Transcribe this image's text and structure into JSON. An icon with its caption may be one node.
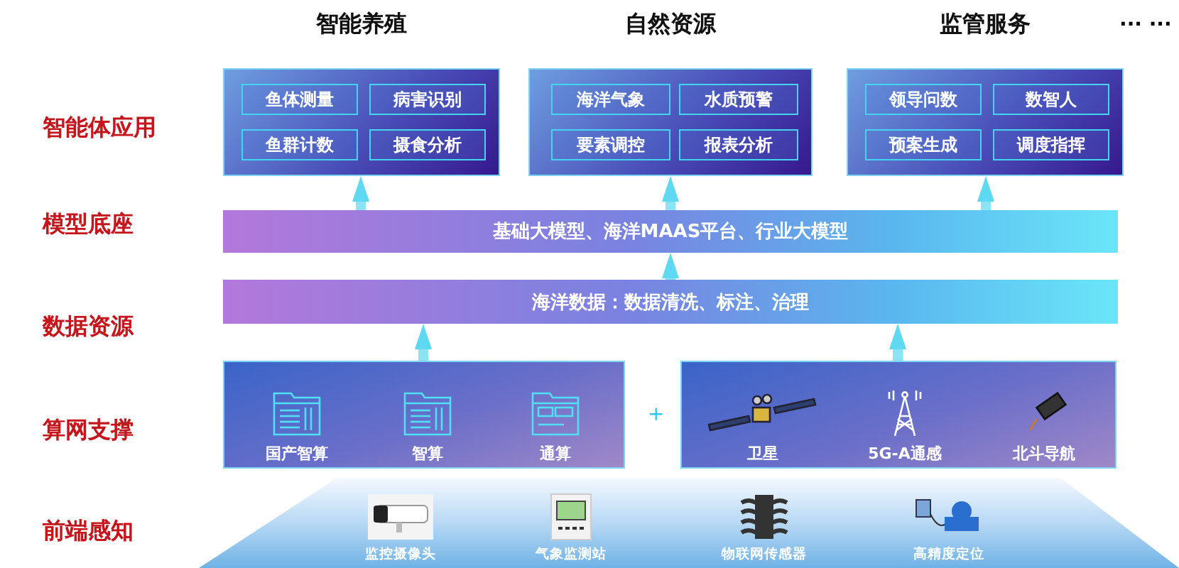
{
  "diagram": {
    "nodes": [
      {
        "text": [
          "智能养殖"
        ]
      },
      {
        "text": [
          "鱼体测量"
        ],
        "in": 0
      },
      {
        "text": [
          "病害识别"
        ],
        "in": 0
      },
      {
        "text": [
          "鱼群计数"
        ],
        "in": 0
      },
      {
        "text": [
          "摄食分析"
        ],
        "in": 0
      },
      {
        "text": [
          "自然资源"
        ]
      },
      {
        "text": [
          "海洋气象"
        ],
        "in": 5
      },
      {
        "text": [
          "水质预警"
        ],
        "in": 5
      },
      {
        "text": [
          "要素调控"
        ],
        "in": 5
      },
      {
        "text": [
          "报表分析"
        ],
        "in": 5
      },
      {
        "text": [
          "监管服务"
        ]
      },
      {
        "text": [
          "领导问数"
        ],
        "in": 10
      },
      {
        "text": [
          "数智人"
        ],
        "in": 10
      },
      {
        "text": [
          "预案生成"
        ],
        "in": 10
      },
      {
        "text": [
          "调度指挥"
        ],
        "in": 10
      },
      {
        "text": [
          "基础大模型、海洋MAAS平台、行业大模型"
        ]
      },
      {
        "text": [
          "海洋数据：数据清洗、标注、治理"
        ]
      },
      {
        "text": [],
        "shape": "box"
      },
      {
        "text": [
          "国产智算"
        ],
        "in": 17
      },
      {
        "text": [
          "智算"
        ],
        "in": 17
      },
      {
        "text": [
          "通算"
        ],
        "in": 17
      },
      {
        "text": [],
        "shape": "box"
      },
      {
        "text": [
          "卫星"
        ],
        "in": 21
      },
      {
        "text": [
          "5G-A通感"
        ],
        "in": 21
      },
      {
        "text": [
          "北斗导航"
        ],
        "in": 21
      },
      {
        "text": [],
        "shape": "trapezoid"
      },
      {
        "text": [
          "监控摄像头"
        ],
        "in": 25
      },
      {
        "text": [
          "气象监测站"
        ],
        "in": 25
      },
      {
        "text": [
          "物联网传感器"
        ],
        "in": 25
      },
      {
        "text": [
          "高精度定位"
        ],
        "in": 25
      }
    ],
    "edges": [
      {
        "from": 15,
        "to": 0,
        "arrow": "to"
      },
      {
        "from": 15,
        "to": 5,
        "arrow": "to"
      },
      {
        "from": 15,
        "to": 10,
        "arrow": "to"
      },
      {
        "from": 16,
        "to": 15,
        "arrow": "to"
      },
      {
        "from": 17,
        "to": 16,
        "arrow": "to"
      },
      {
        "from": 21,
        "to": 16,
        "arrow": "to"
      }
    ],
    "labels": [
      "... ...",
      "智能体应用",
      "模型底座",
      "数据资源",
      "算网支撑",
      "+",
      "前端感知"
    ]
  }
}
